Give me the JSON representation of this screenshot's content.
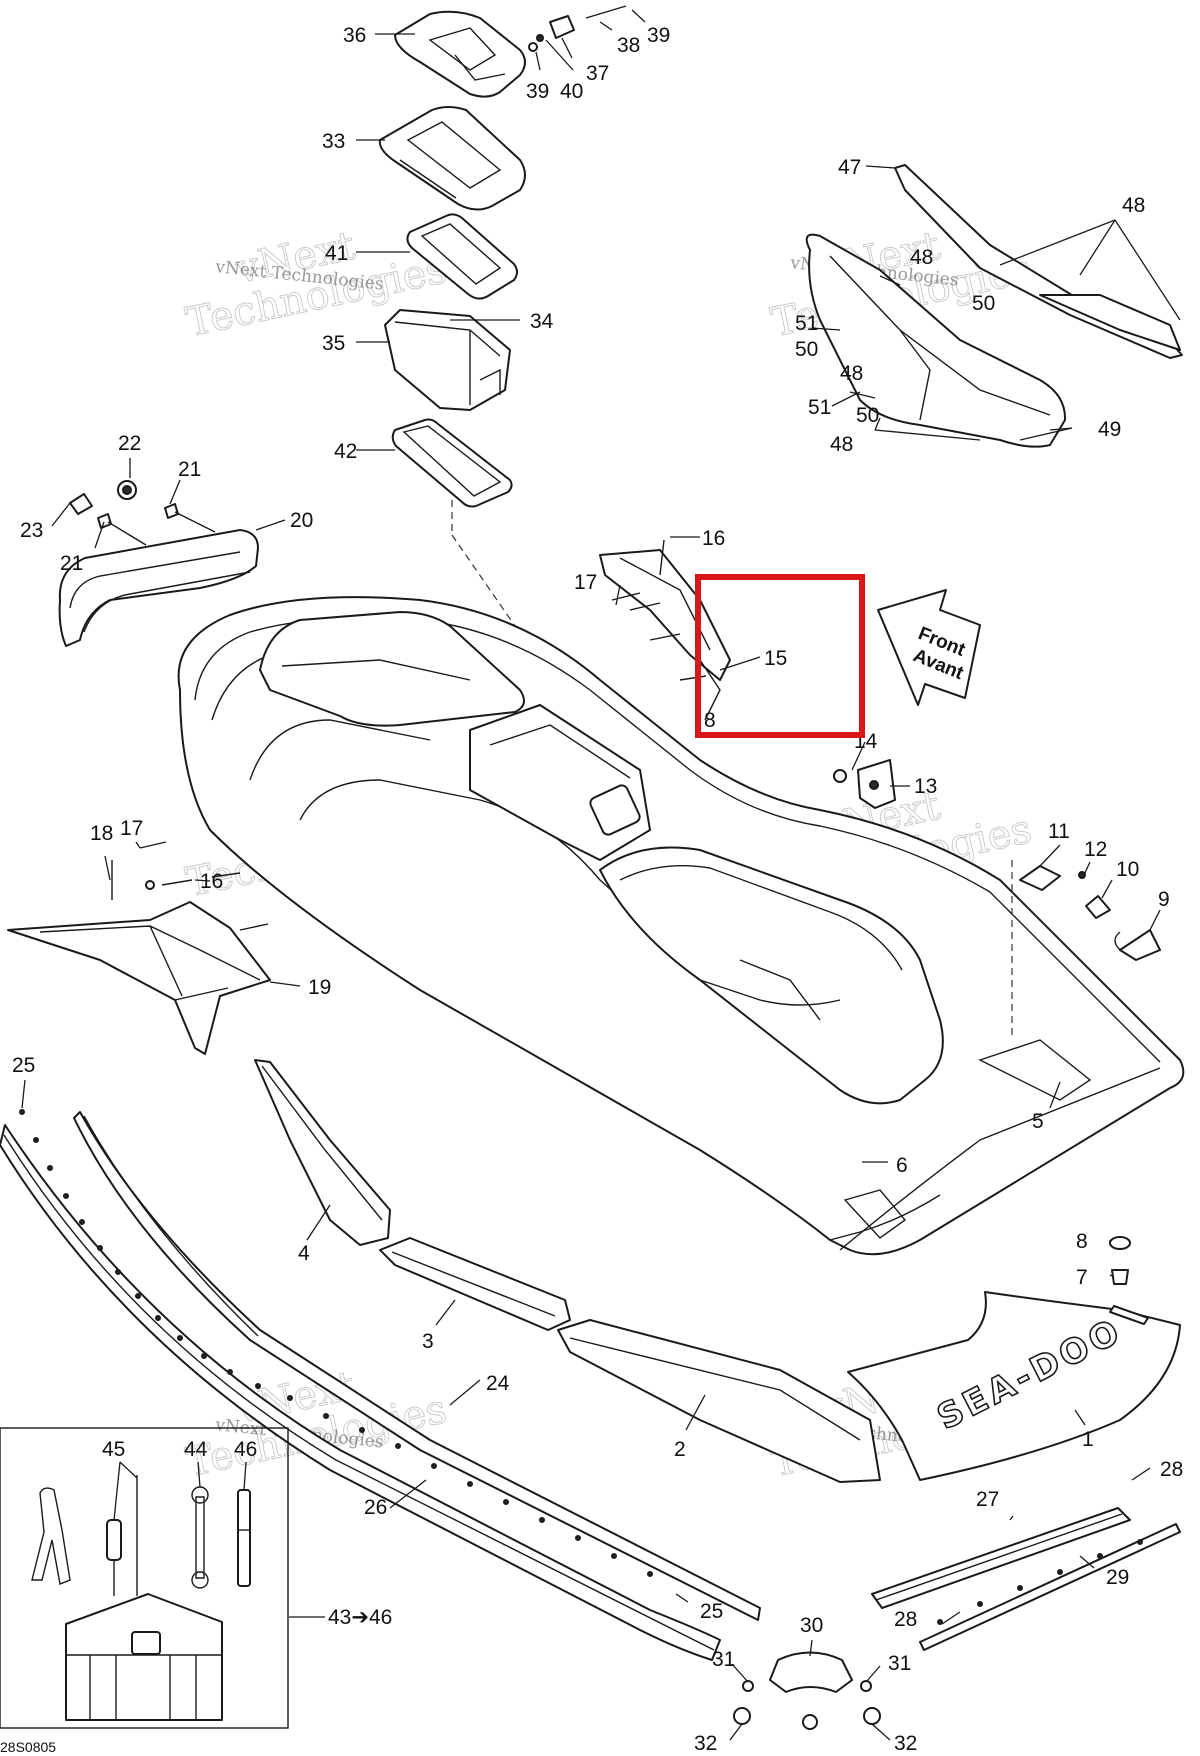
{
  "diagram": {
    "reference_code": "28S0805",
    "direction_arrow": {
      "line1": "Front",
      "line2": "Avant"
    },
    "watermark": {
      "line1": "vNext",
      "line2": "Technologies",
      "small": "vNext Technologies"
    },
    "hull_logo": "SEA-DOO",
    "kit_callout": "43➔46",
    "callouts": [
      "36",
      "37",
      "38",
      "39",
      "39",
      "40",
      "33",
      "41",
      "34",
      "35",
      "42",
      "47",
      "48",
      "48",
      "48",
      "48",
      "50",
      "50",
      "50",
      "51",
      "51",
      "49",
      "22",
      "21",
      "21",
      "20",
      "23",
      "16",
      "17",
      "15",
      "8",
      "14",
      "13",
      "18",
      "17",
      "16",
      "19",
      "11",
      "12",
      "10",
      "9",
      "25",
      "4",
      "3",
      "5",
      "6",
      "8",
      "7",
      "24",
      "2",
      "1",
      "28",
      "27",
      "29",
      "28",
      "25",
      "26",
      "45",
      "44",
      "46",
      "30",
      "31",
      "31",
      "32",
      "32"
    ]
  }
}
